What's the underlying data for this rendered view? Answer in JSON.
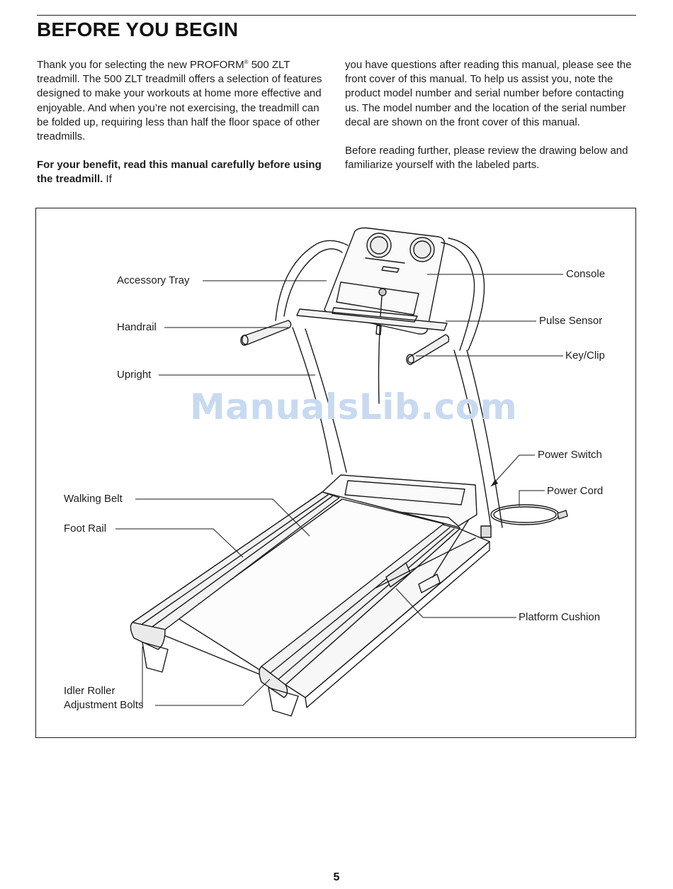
{
  "page": {
    "title": "BEFORE YOU BEGIN",
    "page_number": "5"
  },
  "intro": {
    "p1_before_reg": "Thank you for selecting the new PROFORM",
    "p1_reg": "®",
    "p1_after_reg": " 500 ZLT treadmill. The 500 ZLT treadmill offers a selection of features designed to make your workouts at home more effective and enjoyable. And when you’re not exercising, the treadmill can be folded up, requiring less than half the floor space of other treadmills.",
    "p2_bold": "For your benefit, read this manual carefully before using the treadmill.",
    "p2_rest": " If you have questions after reading this manual, please see the front cover of this manual. To help us assist you, note the product model number and serial number before contacting us. The model number and the location of the serial number decal are shown on the front cover of this manual.",
    "p3": "Before reading further, please review the drawing below and familiarize yourself with the labeled parts."
  },
  "diagram": {
    "labels": {
      "accessory_tray": "Accessory Tray",
      "handrail": "Handrail",
      "upright": "Upright",
      "walking_belt": "Walking Belt",
      "foot_rail": "Foot Rail",
      "idler_roller_line1": "Idler Roller",
      "idler_roller_line2": "Adjustment Bolts",
      "console": "Console",
      "pulse_sensor": "Pulse Sensor",
      "key_clip": "Key/Clip",
      "power_switch": "Power Switch",
      "power_cord": "Power Cord",
      "platform_cushion": "Platform Cushion"
    },
    "watermark": "ManualsLib.com",
    "icons": [
      "treadmill-illustration"
    ]
  }
}
